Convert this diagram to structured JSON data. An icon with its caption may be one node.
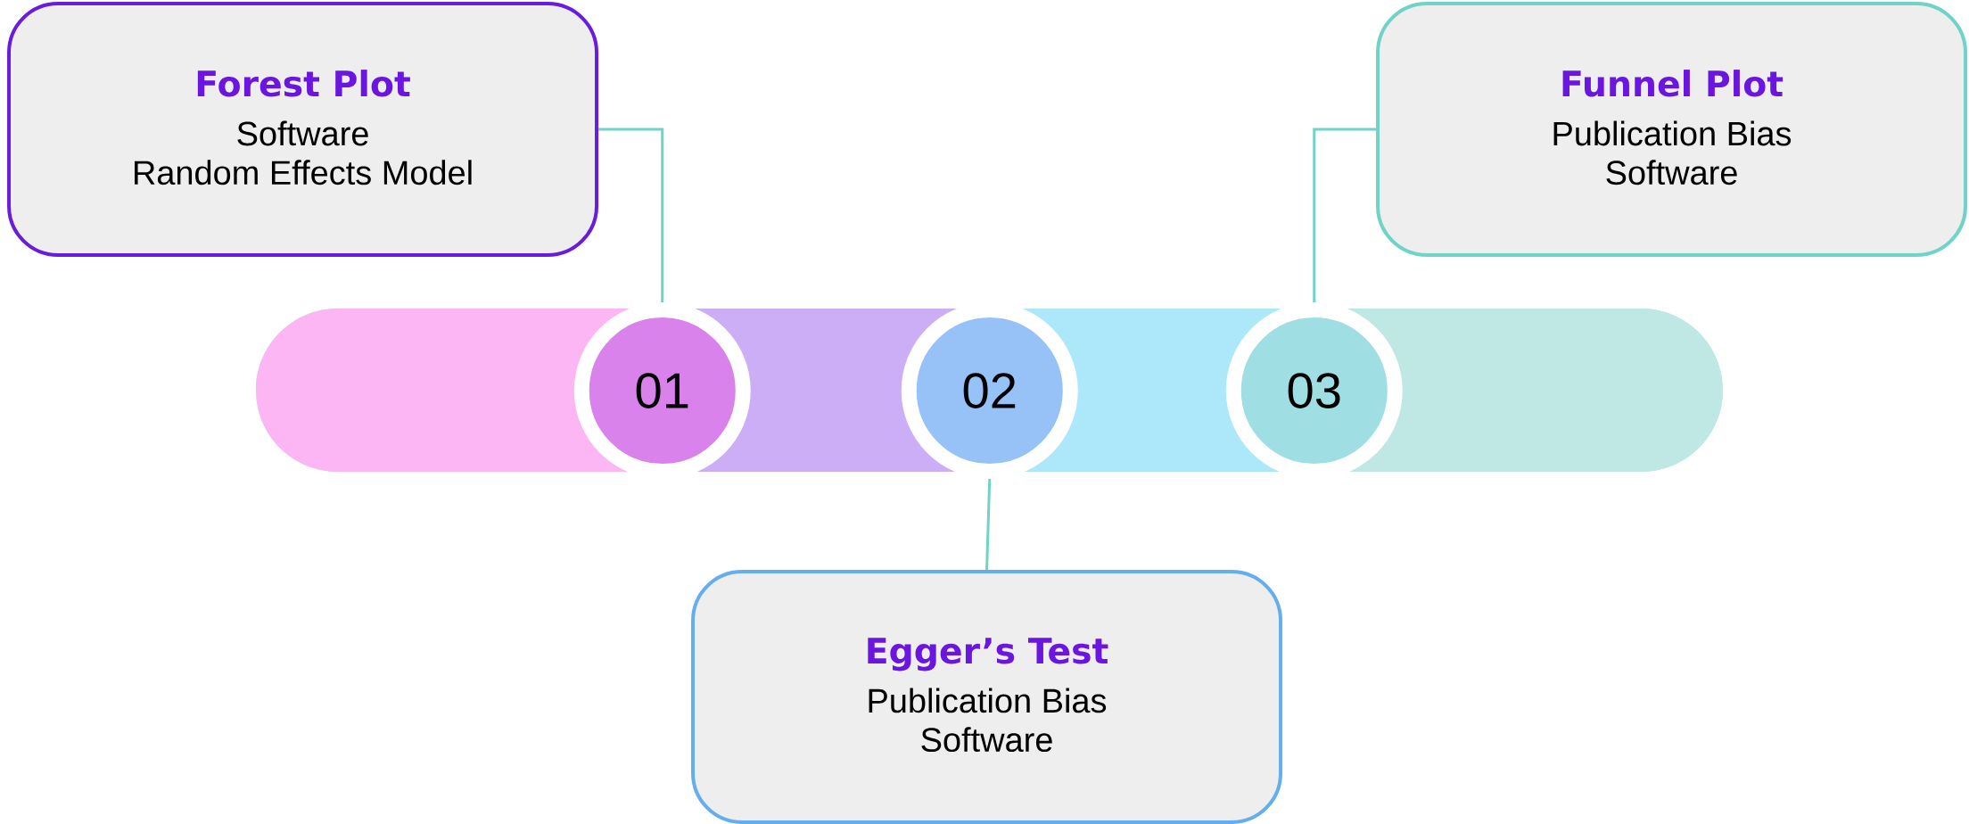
{
  "diagram": {
    "nodes": [
      {
        "text": [
          "Forest Plot",
          "Software",
          "Random Effects Model"
        ]
      },
      {
        "text": [
          "Funnel Plot",
          "Publication Bias",
          "Software"
        ]
      },
      {
        "text": [],
        "shape": "bar"
      },
      {
        "text": [
          "01"
        ],
        "in": 2
      },
      {
        "text": [
          "02"
        ],
        "in": 2
      },
      {
        "text": [
          "03"
        ],
        "in": 2
      },
      {
        "text": [
          "Egger’s Test",
          "Publication Bias",
          "Software"
        ]
      }
    ],
    "edges": [
      {
        "from": 0,
        "to": 3,
        "arrow": "none"
      },
      {
        "from": 1,
        "to": 5,
        "arrow": "none"
      },
      {
        "from": 4,
        "to": 6,
        "arrow": "none"
      }
    ]
  }
}
